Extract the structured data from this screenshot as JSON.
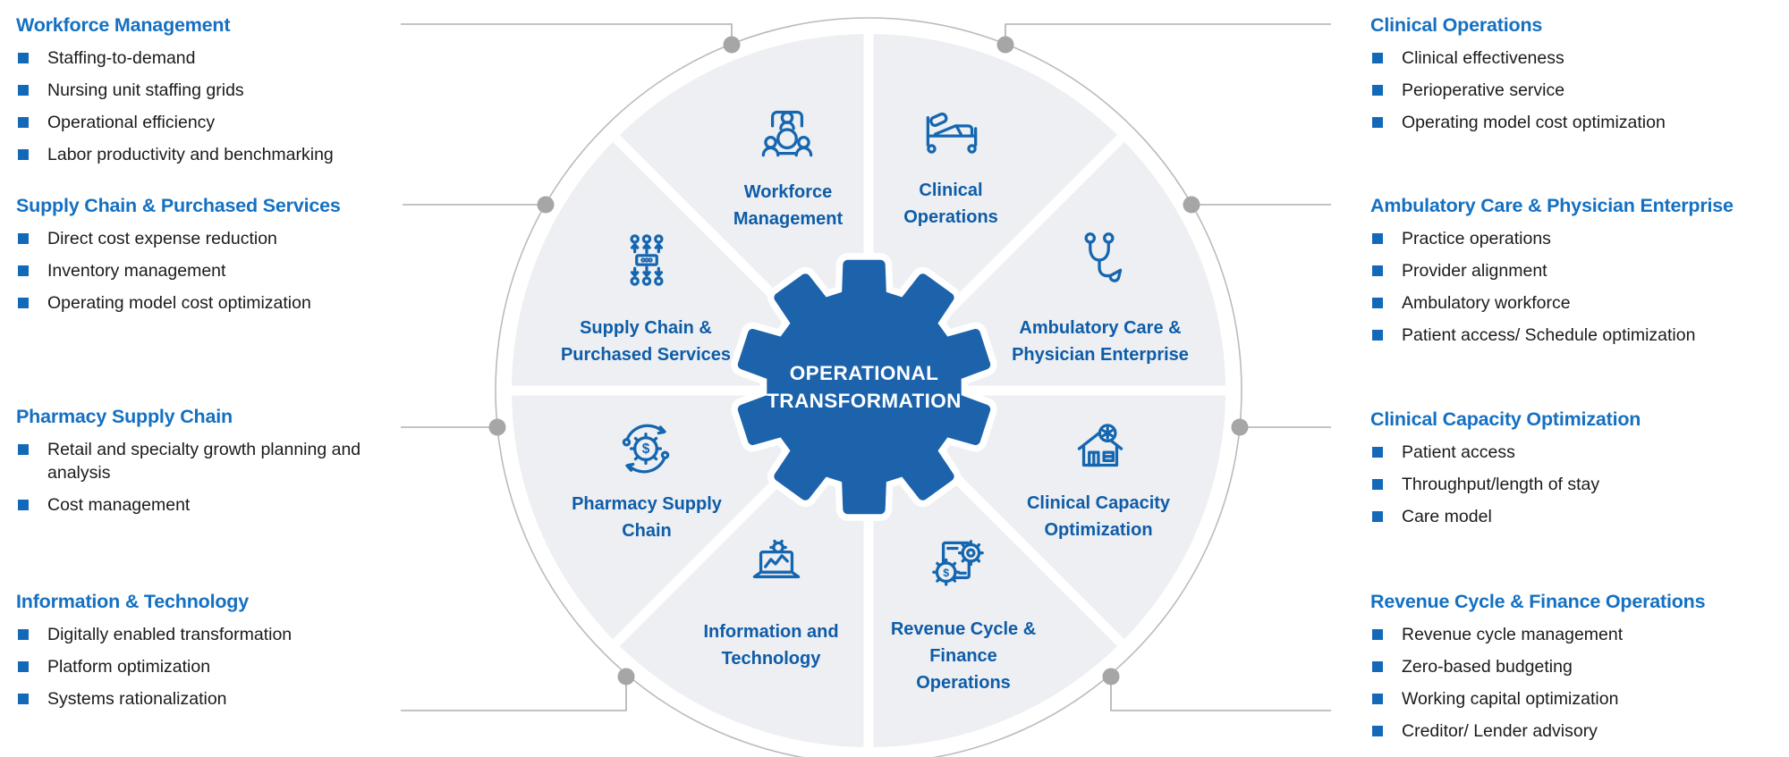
{
  "colors": {
    "heading-blue": "#1470C2",
    "bullet-blue": "#1269B8",
    "label-blue": "#0E5CA8",
    "icon-blue": "#1566B0",
    "gear-blue": "#1C63AC",
    "wheel-fill": "#EDEFF2",
    "ring-gray": "#BBBBBB",
    "line-gray": "#AFAFAF",
    "dot-gray": "#A6A6A6",
    "text-dark": "#1B1B1B"
  },
  "center": {
    "title": "OPERATIONAL\nTRANSFORMATION"
  },
  "segments": [
    {
      "id": "workforce-management",
      "icon": "people-group-icon",
      "label": "Workforce\nManagement"
    },
    {
      "id": "clinical-operations",
      "icon": "hospital-bed-icon",
      "label": "Clinical\nOperations"
    },
    {
      "id": "supply-chain",
      "icon": "distribution-network-icon",
      "label": "Supply Chain &\nPurchased Services"
    },
    {
      "id": "ambulatory-care",
      "icon": "stethoscope-icon",
      "label": "Ambulatory Care &\nPhysician Enterprise"
    },
    {
      "id": "pharmacy-supply-chain",
      "icon": "dollar-cycle-icon",
      "label": "Pharmacy Supply\nChain"
    },
    {
      "id": "clinical-capacity",
      "icon": "hospital-building-icon",
      "label": "Clinical Capacity\nOptimization"
    },
    {
      "id": "information-technology",
      "icon": "laptop-analytics-icon",
      "label": "Information and\nTechnology"
    },
    {
      "id": "revenue-cycle",
      "icon": "finance-gears-icon",
      "label": "Revenue Cycle &\nFinance\nOperations"
    }
  ],
  "left_sections": [
    {
      "heading": "Workforce Management",
      "items": [
        "Staffing-to-demand",
        "Nursing unit staffing grids",
        "Operational efficiency",
        "Labor productivity and benchmarking"
      ]
    },
    {
      "heading": "Supply Chain & Purchased Services",
      "items": [
        "Direct cost expense reduction",
        "Inventory management",
        "Operating model cost optimization"
      ]
    },
    {
      "heading": "Pharmacy Supply Chain",
      "items": [
        "Retail and specialty growth planning and analysis",
        "Cost management"
      ]
    },
    {
      "heading": "Information & Technology",
      "items": [
        "Digitally enabled transformation",
        "Platform optimization",
        "Systems rationalization"
      ]
    }
  ],
  "right_sections": [
    {
      "heading": "Clinical Operations",
      "items": [
        "Clinical effectiveness",
        "Perioperative service",
        "Operating model cost optimization"
      ]
    },
    {
      "heading": "Ambulatory Care & Physician Enterprise",
      "items": [
        "Practice operations",
        "Provider alignment",
        "Ambulatory workforce",
        "Patient access/ Schedule optimization"
      ]
    },
    {
      "heading": "Clinical Capacity Optimization",
      "items": [
        "Patient access",
        "Throughput/length of stay",
        "Care model"
      ]
    },
    {
      "heading": "Revenue Cycle & Finance Operations",
      "items": [
        "Revenue cycle management",
        "Zero-based budgeting",
        "Working capital optimization",
        "Creditor/ Lender advisory"
      ]
    }
  ]
}
